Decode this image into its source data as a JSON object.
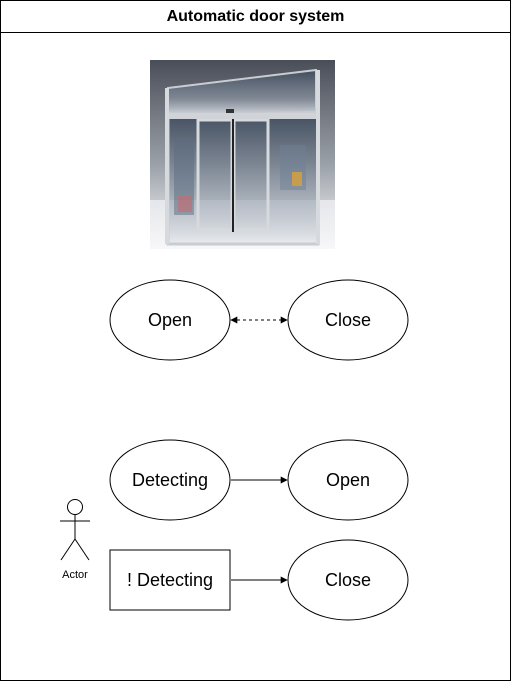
{
  "title": "Automatic door system",
  "image": {
    "icon": "automatic-door-photo"
  },
  "nodes": {
    "open_top": "Open",
    "close_top": "Close",
    "detecting": "Detecting",
    "open_mid": "Open",
    "not_detecting": "! Detecting",
    "close_bottom": "Close"
  },
  "actor": {
    "label": "Actor"
  }
}
